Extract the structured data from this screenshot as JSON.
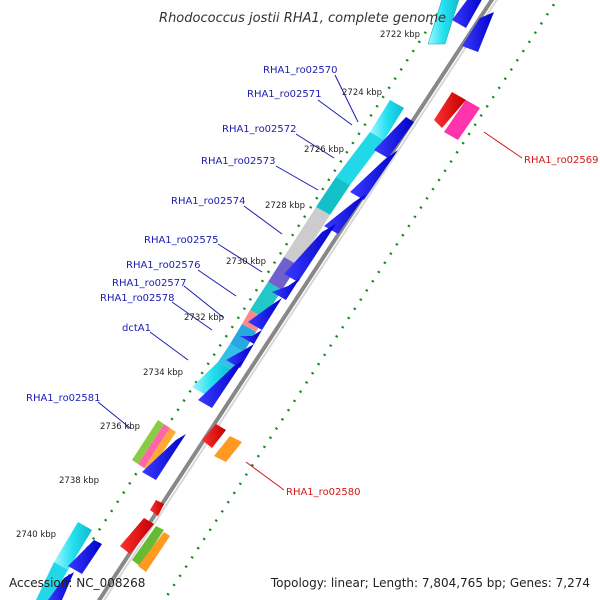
{
  "title": "Rhodococcus jostii RHA1, complete genome",
  "accession": "Accession: NC_008268",
  "topology": "Topology: linear; Length: 7,804,765 bp; Genes: 7,274",
  "ticks": [
    "2722 kbp",
    "2724 kbp",
    "2726 kbp",
    "2728 kbp",
    "2730 kbp",
    "2732 kbp",
    "2734 kbp",
    "2736 kbp",
    "2738 kbp",
    "2740 kbp"
  ],
  "genes_left": [
    {
      "label": "RHA1_ro02570"
    },
    {
      "label": "RHA1_ro02571"
    },
    {
      "label": "RHA1_ro02572"
    },
    {
      "label": "RHA1_ro02573"
    },
    {
      "label": "RHA1_ro02574"
    },
    {
      "label": "RHA1_ro02575"
    },
    {
      "label": "RHA1_ro02576"
    },
    {
      "label": "RHA1_ro02577"
    },
    {
      "label": "RHA1_ro02578"
    },
    {
      "label": "dctA1"
    },
    {
      "label": "RHA1_ro02581"
    }
  ],
  "genes_right": [
    {
      "label": "RHA1_ro02569"
    },
    {
      "label": "RHA1_ro02580"
    }
  ],
  "colors": {
    "forward_cds": "#0000ee",
    "reverse_cds": "#ee0000",
    "backbone": "#888888",
    "tick_dash": "#1a8a1a"
  }
}
